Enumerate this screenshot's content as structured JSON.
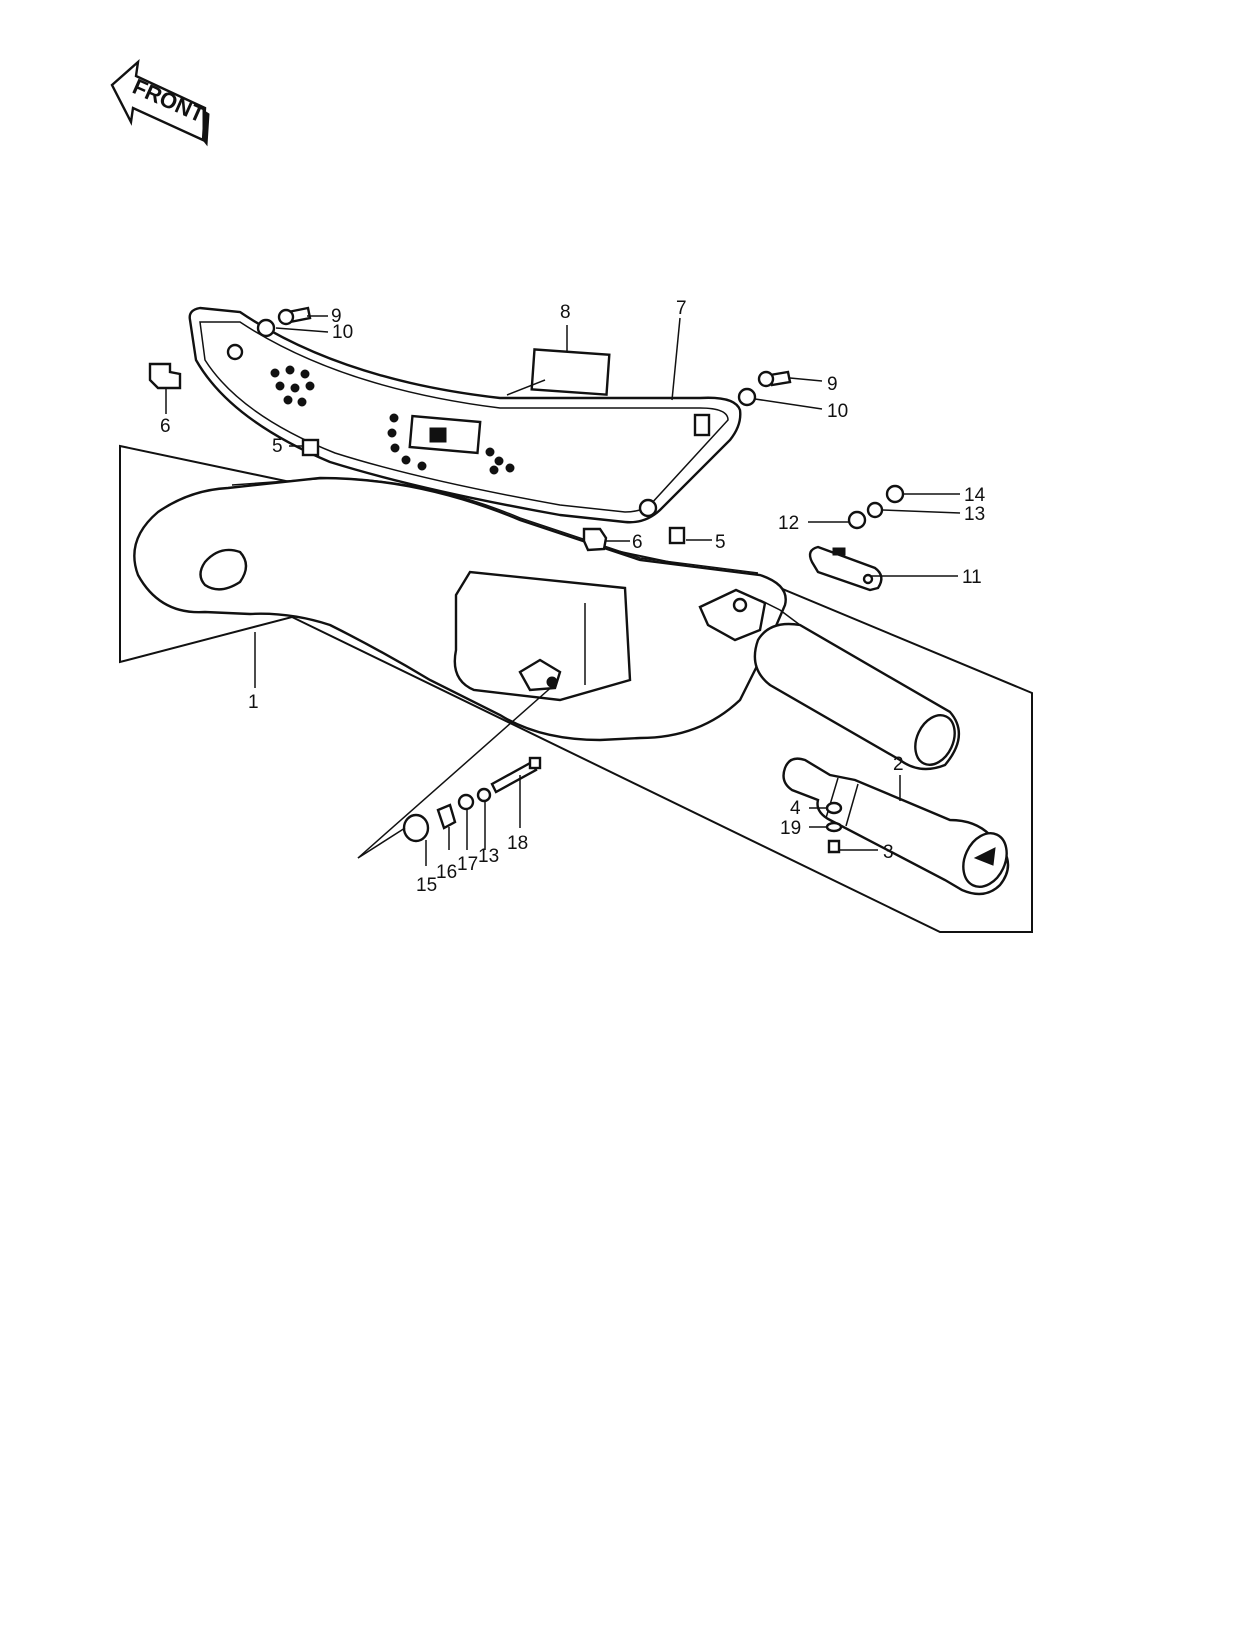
{
  "front_label": "FRONT",
  "callouts": [
    {
      "id": "c1",
      "text": "1"
    },
    {
      "id": "c2",
      "text": "2"
    },
    {
      "id": "c3",
      "text": "3"
    },
    {
      "id": "c4",
      "text": "4"
    },
    {
      "id": "c5a",
      "text": "5"
    },
    {
      "id": "c5b",
      "text": "5"
    },
    {
      "id": "c6a",
      "text": "6"
    },
    {
      "id": "c6b",
      "text": "6"
    },
    {
      "id": "c7",
      "text": "7"
    },
    {
      "id": "c8",
      "text": "8"
    },
    {
      "id": "c9a",
      "text": "9"
    },
    {
      "id": "c9b",
      "text": "9"
    },
    {
      "id": "c10a",
      "text": "10"
    },
    {
      "id": "c10b",
      "text": "10"
    },
    {
      "id": "c11",
      "text": "11"
    },
    {
      "id": "c12",
      "text": "12"
    },
    {
      "id": "c13a",
      "text": "13"
    },
    {
      "id": "c13b",
      "text": "13"
    },
    {
      "id": "c14",
      "text": "14"
    },
    {
      "id": "c15",
      "text": "15"
    },
    {
      "id": "c16",
      "text": "16"
    },
    {
      "id": "c17",
      "text": "17"
    },
    {
      "id": "c18",
      "text": "18"
    },
    {
      "id": "c19",
      "text": "19"
    }
  ]
}
